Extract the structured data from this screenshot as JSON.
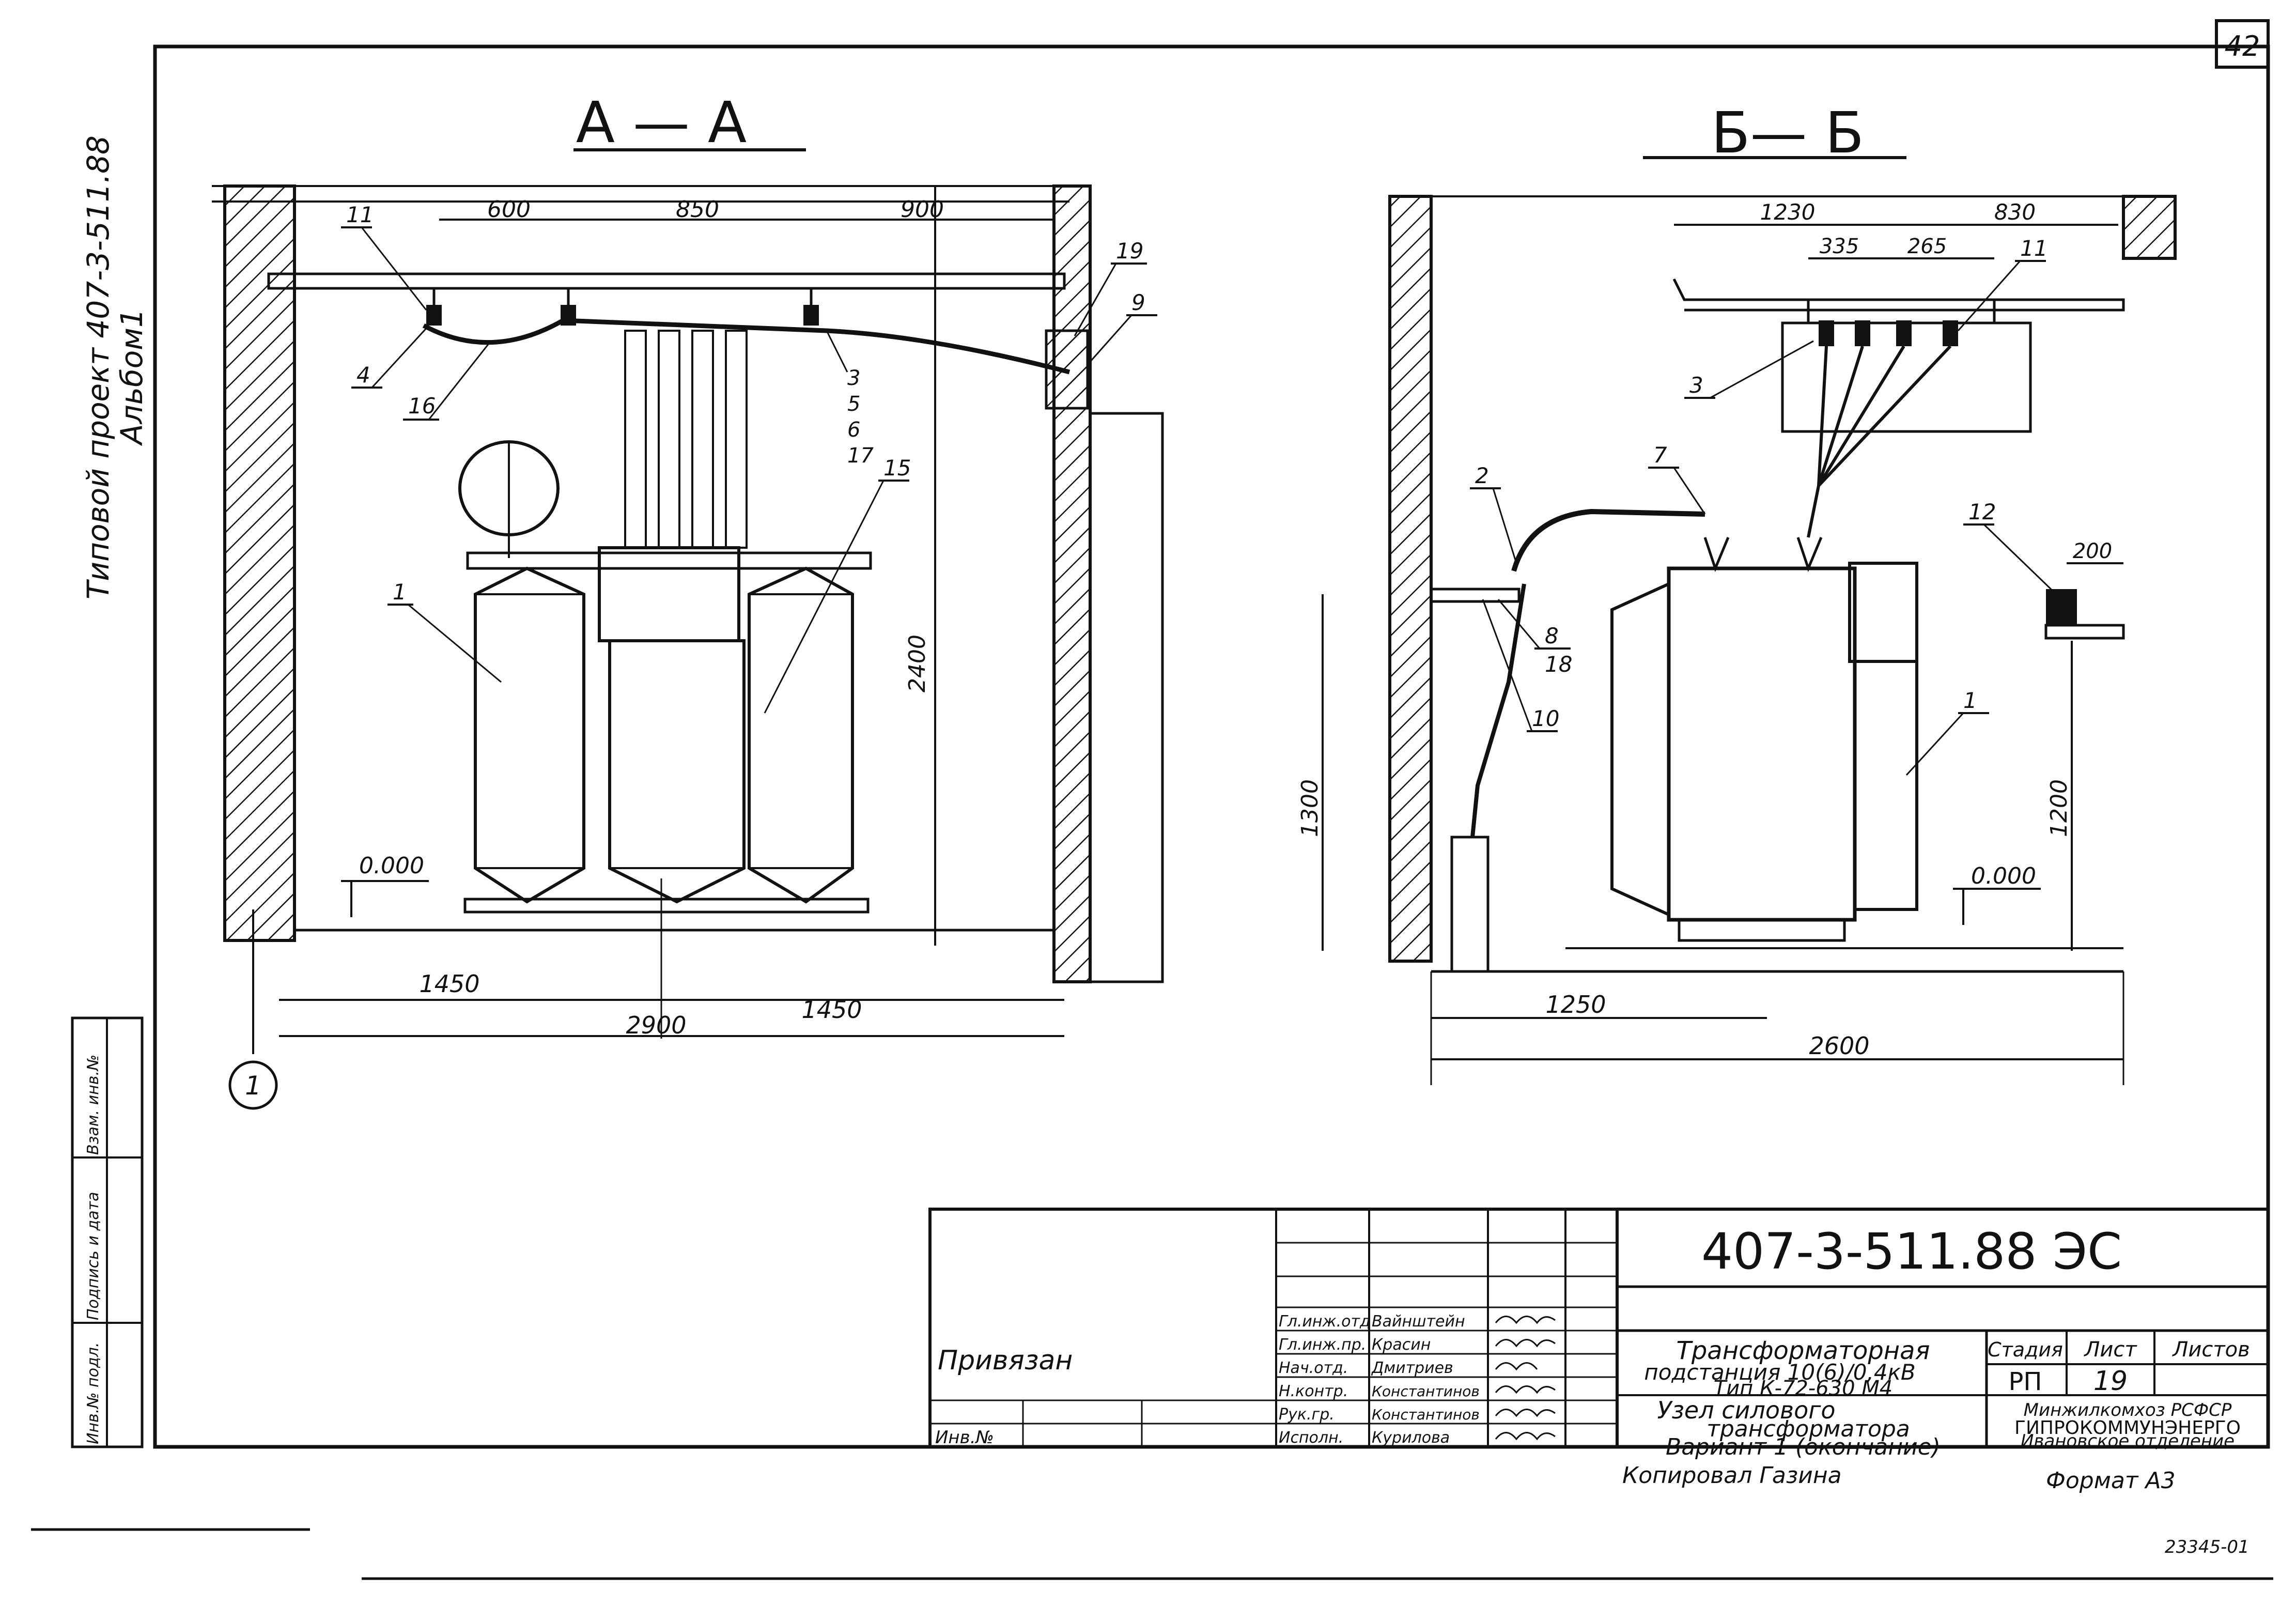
{
  "sheet": {
    "page_number": "42",
    "side_title_1": "Типовой проект 407-3-511.88",
    "side_title_2": "Альбом1",
    "copy_note": "Копировал Газина",
    "format_note": "Формат А3",
    "archive_number": "23345-01"
  },
  "side_stamp": {
    "cells": [
      "Инв.№ подл.",
      "Подпись и дата",
      "Взам. инв.№"
    ]
  },
  "view_aa": {
    "title": "А — А",
    "dim_top": [
      "600",
      "850",
      "900"
    ],
    "dim_height": "2400",
    "dim_bottom_left": "1450",
    "dim_bottom_right": "1450",
    "dim_total": "2900",
    "level": "0.000",
    "axis_label": "1",
    "callouts": [
      "11",
      "4",
      "16",
      "3",
      "5",
      "6",
      "17",
      "19",
      "9",
      "1",
      "15"
    ]
  },
  "view_bb": {
    "title": "Б— Б",
    "dim_top": [
      "1230",
      "830"
    ],
    "dim_top_inner": [
      "335",
      "265"
    ],
    "dim_200": "200",
    "dim_left_height": "1300",
    "dim_right_height": "1200",
    "dim_1250": "1250",
    "dim_total": "2600",
    "level": "0.000",
    "callouts": [
      "11",
      "3",
      "7",
      "2",
      "8",
      "18",
      "10",
      "1",
      "12"
    ]
  },
  "title_block": {
    "doc_code": "407-3-511.88 ЭС",
    "bound_label": "Привязан",
    "inv_label": "Инв.№",
    "roles": [
      "Гл.инж.отд",
      "Гл.инж.пр.",
      "Нач.отд.",
      "Н.контр.",
      "Рук.гр.",
      "Исполн."
    ],
    "names": [
      "Вайнштейн",
      "Красин",
      "Дмитриев",
      "Константинов",
      "Константинов",
      "Курилова"
    ],
    "title_line1": "Трансформаторная",
    "title_line2": "подстанция 10(6)/0,4кВ",
    "title_line3": "Тип К-72-630 М4",
    "sheet_title1": "Узел силового",
    "sheet_title2": "трансформатора",
    "sheet_title3": "Вариант 1 (окончание)",
    "stage_label": "Стадия",
    "sheet_label": "Лист",
    "sheets_label": "Листов",
    "stage_value": "РП",
    "sheet_value": "19",
    "org1": "Минжилкомхоз РСФСР",
    "org2": "ГИПРОКОММУНЭНЕРГО",
    "org3": "Ивановское отделение"
  }
}
